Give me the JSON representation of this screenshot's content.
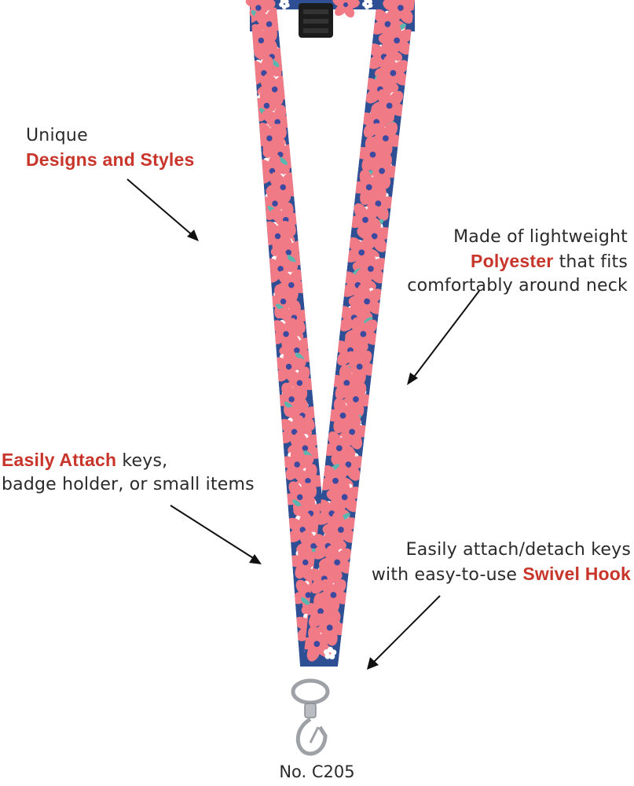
{
  "callouts": {
    "designs": {
      "line1": "Unique",
      "highlight": "Designs and Styles"
    },
    "polyester": {
      "line1": "Made of lightweight",
      "highlight": "Polyester",
      "after_highlight": " that fits",
      "line3": "comfortably around neck"
    },
    "attach": {
      "highlight": "Easily Attach",
      "after_highlight": " keys,",
      "line2": "badge holder, or small items"
    },
    "swivel": {
      "line1": "Easily attach/detach keys",
      "before_highlight": "with easy-to-use ",
      "highlight": "Swivel Hook"
    }
  },
  "model_number": "No. C205",
  "colors": {
    "strap": "#2f4f95",
    "flower": "#f07a86",
    "white_flower": "#ffffff",
    "leaf": "#5bb6b0",
    "highlight_text": "#c8352a",
    "buckle": "#1c1c1c",
    "hook": "#b9bcc0"
  },
  "icons": [
    "arrow-icon",
    "hibiscus-icon",
    "buckle-icon",
    "swivel-hook-icon"
  ]
}
